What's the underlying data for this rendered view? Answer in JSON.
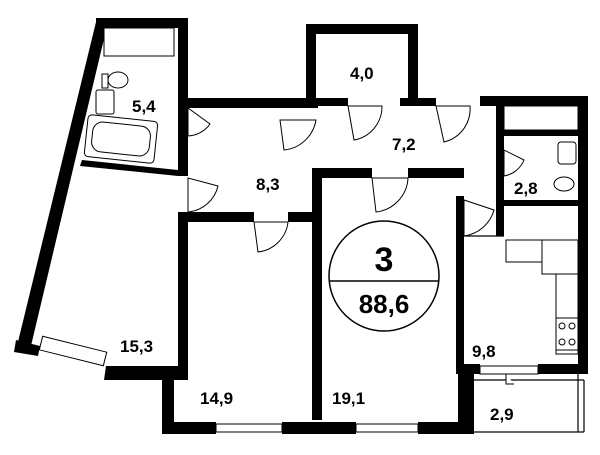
{
  "badge": {
    "rooms": "3",
    "total_area": "88,6"
  },
  "rooms": {
    "bathroom_left": "5,4",
    "storage": "4,0",
    "hall_right": "7,2",
    "hall_left": "8,3",
    "bathroom_right": "2,8",
    "living_room": "15,3",
    "kitchen": "9,8",
    "bedroom_left": "14,9",
    "bedroom_middle": "19,1",
    "balcony": "2,9"
  },
  "colors": {
    "wall": "#000000",
    "background": "#ffffff"
  }
}
